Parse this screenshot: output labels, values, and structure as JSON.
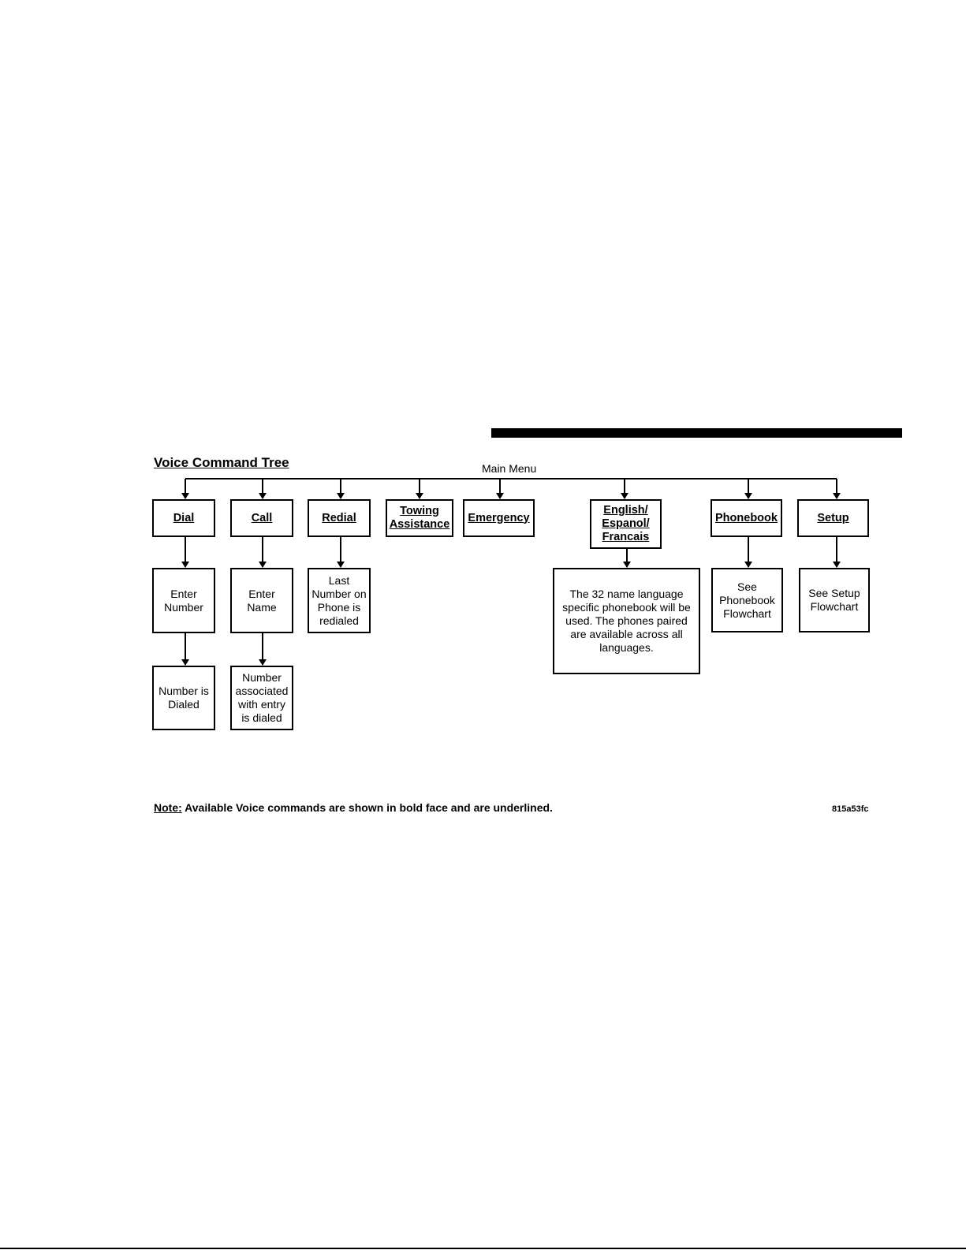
{
  "title": "Voice Command Tree",
  "root": "Main Menu",
  "commands": {
    "dial": "Dial",
    "call": "Call",
    "redial": "Redial",
    "towing": "Towing Assistance",
    "emergency": "Emergency",
    "language": "English/ Espanol/ Francais",
    "phonebook": "Phonebook",
    "setup": "Setup"
  },
  "results": {
    "enter_number": "Enter Number",
    "number_dialed": "Number is Dialed",
    "enter_name": "Enter Name",
    "name_dialed": "Number associated with entry is dialed",
    "redialed": "Last Number on Phone is redialed",
    "language_info": "The 32 name language specific phonebook will be used. The phones paired are available across all languages.",
    "see_phonebook": "See Phonebook Flowchart",
    "see_setup": "See Setup Flowchart"
  },
  "note": {
    "label": "Note:",
    "text": " Available Voice commands are shown in bold face and are underlined."
  },
  "image_code": "815a53fc"
}
